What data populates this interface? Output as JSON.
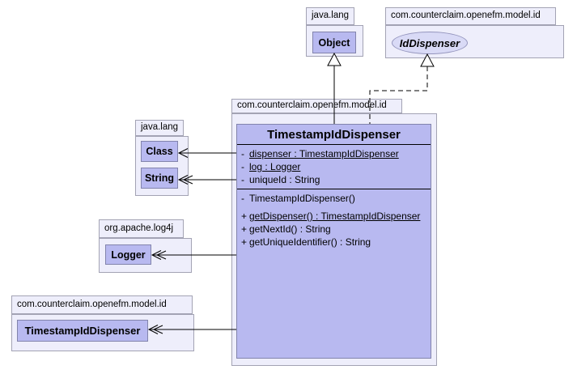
{
  "diagram_title": "TimestampIdDispenser UML class diagram",
  "packages": {
    "java_lang_top": {
      "name": "java.lang"
    },
    "model_id_top": {
      "name": "com.counterclaim.openefm.model.id"
    },
    "model_id_main": {
      "name": "com.counterclaim.openefm.model.id"
    },
    "java_lang_left": {
      "name": "java.lang"
    },
    "log4j": {
      "name": "org.apache.log4j"
    },
    "model_id_bottom": {
      "name": "com.counterclaim.openefm.model.id"
    }
  },
  "nodes": {
    "object_class": "Object",
    "id_dispenser_interface": "IdDispenser",
    "class_class": "Class",
    "string_class": "String",
    "logger_class": "Logger",
    "timestamp_id_dispenser_class": "TimestampIdDispenser"
  },
  "main_class": {
    "name": "TimestampIdDispenser",
    "attributes": [
      {
        "sign": "-",
        "text": "dispenser : TimestampIdDispenser",
        "static": true
      },
      {
        "sign": "-",
        "text": "log : Logger",
        "static": true
      },
      {
        "sign": "-",
        "text": "uniqueId : String",
        "static": false
      }
    ],
    "operations": [
      {
        "sign": "-",
        "text": "TimestampIdDispenser()",
        "static": false,
        "gap_after": true
      },
      {
        "sign": "+",
        "text": "getDispenser() : TimestampIdDispenser",
        "static": true,
        "gap_after": false
      },
      {
        "sign": "+",
        "text": "getNextId() : String",
        "static": false,
        "gap_after": false
      },
      {
        "sign": "+",
        "text": "getUniqueIdentifier() : String",
        "static": false,
        "gap_after": false
      }
    ]
  },
  "relationships": [
    {
      "type": "generalization",
      "from": "TimestampIdDispenser",
      "to": "Object",
      "line": "solid"
    },
    {
      "type": "realization",
      "from": "TimestampIdDispenser",
      "to": "IdDispenser",
      "line": "dashed"
    },
    {
      "type": "association",
      "from": "TimestampIdDispenser",
      "to": "Class",
      "line": "solid"
    },
    {
      "type": "association",
      "from": "TimestampIdDispenser",
      "to": "String",
      "line": "solid"
    },
    {
      "type": "association",
      "from": "TimestampIdDispenser",
      "to": "Logger",
      "line": "solid"
    },
    {
      "type": "association",
      "from": "TimestampIdDispenser",
      "to": "TimestampIdDispenser",
      "line": "solid"
    }
  ],
  "colors": {
    "background": "#ffffff",
    "package_fill": "#EEEEFB",
    "package_border": "#A3A3B4",
    "class_fill": "#B8B9F0",
    "class_border": "#8284AC",
    "interface_fill": "#D9DAF6",
    "interface_border": "#9495BD",
    "line": "#000000",
    "text": "#000000"
  }
}
